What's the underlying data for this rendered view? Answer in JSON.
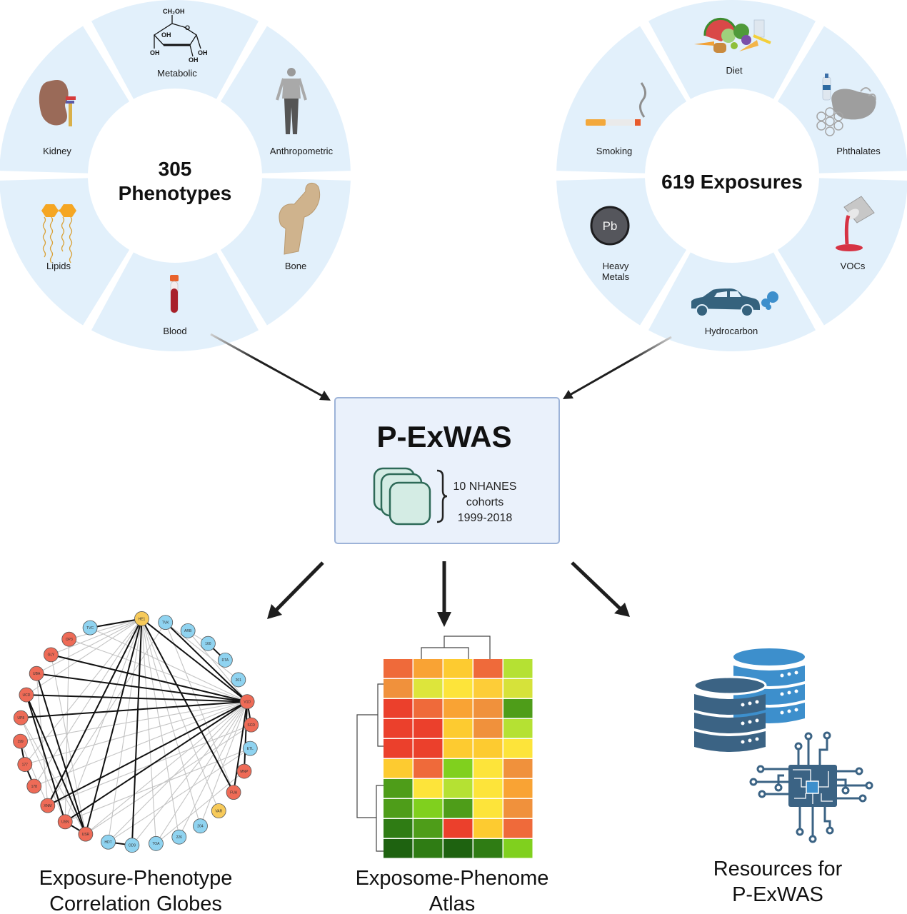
{
  "phenotypes": {
    "title_line1": "305",
    "title_line2": "Phenotypes",
    "segments": [
      {
        "label": "Metabolic",
        "icon": "glucose-molecule-icon"
      },
      {
        "label": "Anthropometric",
        "icon": "person-icon"
      },
      {
        "label": "Bone",
        "icon": "femur-bone-icon"
      },
      {
        "label": "Blood",
        "icon": "blood-tube-icon"
      },
      {
        "label": "Lipids",
        "icon": "lipid-molecule-icon"
      },
      {
        "label": "Kidney",
        "icon": "kidney-icon"
      }
    ],
    "chem_labels": [
      "CH₂OH",
      "O",
      "OH",
      "OH",
      "OH",
      "OH"
    ]
  },
  "exposures": {
    "title": "619 Exposures",
    "segments": [
      {
        "label": "Diet",
        "icon": "food-icon"
      },
      {
        "label": "Phthalates",
        "icon": "plastic-bag-bottle-icon"
      },
      {
        "label": "VOCs",
        "icon": "paint-can-icon"
      },
      {
        "label": "Hydrocarbon",
        "icon": "car-exhaust-icon"
      },
      {
        "label": "Heavy Metals",
        "label_line1": "Heavy",
        "label_line2": "Metals",
        "icon": "lead-element-icon"
      },
      {
        "label": "Smoking",
        "icon": "cigarette-icon"
      }
    ],
    "lead_symbol": "Pb"
  },
  "method": {
    "title": "P-ExWAS",
    "cohort_line1": "10 NHANES",
    "cohort_line2": "cohorts",
    "cohort_line3": "1999-2018",
    "icon": "stacked-cards-icon"
  },
  "outputs": [
    {
      "label_line1": "Exposure-Phenotype",
      "label_line2": "Correlation Globes",
      "icon": "network-globe-icon"
    },
    {
      "label_line1": "Exposome-Phenome",
      "label_line2": "Atlas",
      "icon": "heatmap-icon"
    },
    {
      "label_line1": "Resources for",
      "label_line2": "P-ExWAS",
      "icon": "database-chip-icon"
    }
  ],
  "globe": {
    "nodes": [
      {
        "label": "HE1",
        "type": "yellow"
      },
      {
        "label": "TVK",
        "type": "blue"
      },
      {
        "label": "ARB",
        "type": "blue"
      },
      {
        "label": "160",
        "type": "blue"
      },
      {
        "label": "DTA",
        "type": "blue"
      },
      {
        "label": "201",
        "type": "blue"
      },
      {
        "label": "V1D",
        "type": "red"
      },
      {
        "label": "SCD",
        "type": "red"
      },
      {
        "label": "ETL",
        "type": "blue"
      },
      {
        "label": "MNP",
        "type": "red"
      },
      {
        "label": "FUA",
        "type": "red"
      },
      {
        "label": "VAR",
        "type": "yellow"
      },
      {
        "label": "204",
        "type": "blue"
      },
      {
        "label": "226",
        "type": "blue"
      },
      {
        "label": "TOA",
        "type": "blue"
      },
      {
        "label": "OD9",
        "type": "blue"
      },
      {
        "label": "HDT",
        "type": "blue"
      },
      {
        "label": "USR",
        "type": "red"
      },
      {
        "label": "USN",
        "type": "red"
      },
      {
        "label": "XNM",
        "type": "red"
      },
      {
        "label": "178",
        "type": "red"
      },
      {
        "label": "177",
        "type": "red"
      },
      {
        "label": "199",
        "type": "red"
      },
      {
        "label": "UP8",
        "type": "red"
      },
      {
        "label": "UCD",
        "type": "red"
      },
      {
        "label": "UBA",
        "type": "red"
      },
      {
        "label": "GLY",
        "type": "red"
      },
      {
        "label": "OP3",
        "type": "red"
      },
      {
        "label": "TVC",
        "type": "blue"
      }
    ],
    "node_colors": {
      "red": "#ee6b57",
      "blue": "#8fd3f0",
      "yellow": "#f7ca5a"
    },
    "strong_edges": [
      [
        "HE1",
        "V1D"
      ],
      [
        "HE1",
        "USR"
      ],
      [
        "HE1",
        "FUA"
      ],
      [
        "HE1",
        "XNM"
      ],
      [
        "HE1",
        "OD9"
      ],
      [
        "UBA",
        "V1D"
      ],
      [
        "UCD",
        "V1D"
      ],
      [
        "UP8",
        "V1D"
      ],
      [
        "GLY",
        "V1D"
      ],
      [
        "XNM",
        "V1D"
      ],
      [
        "USN",
        "V1D"
      ],
      [
        "UBA",
        "USR"
      ],
      [
        "UCD",
        "USR"
      ],
      [
        "UCD",
        "USN"
      ],
      [
        "TVK",
        "V1D"
      ],
      [
        "V1D",
        "FUA"
      ],
      [
        "V1D",
        "MNP"
      ],
      [
        "V1D",
        "SCD"
      ],
      [
        "HDT",
        "OD9"
      ],
      [
        "177",
        "199"
      ],
      [
        "177",
        "178"
      ],
      [
        "160",
        "DTA"
      ],
      [
        "USN",
        "USR"
      ],
      [
        "HE1",
        "TVC"
      ]
    ],
    "weak_edges": [
      [
        "TVC",
        "V1D"
      ],
      [
        "OP3",
        "V1D"
      ],
      [
        "HE1",
        "226"
      ],
      [
        "HE1",
        "204"
      ],
      [
        "HE1",
        "VAR"
      ],
      [
        "HE1",
        "TOA"
      ],
      [
        "HE1",
        "HDT"
      ],
      [
        "HE1",
        "USN"
      ],
      [
        "HE1",
        "UBA"
      ],
      [
        "HE1",
        "GLY"
      ],
      [
        "HE1",
        "UCD"
      ],
      [
        "HE1",
        "178"
      ],
      [
        "HE1",
        "177"
      ],
      [
        "V1D",
        "226"
      ],
      [
        "V1D",
        "204"
      ],
      [
        "V1D",
        "TOA"
      ],
      [
        "V1D",
        "OD9"
      ],
      [
        "V1D",
        "HDT"
      ],
      [
        "V1D",
        "USR"
      ],
      [
        "V1D",
        "178"
      ],
      [
        "V1D",
        "177"
      ],
      [
        "V1D",
        "199"
      ],
      [
        "SCD",
        "XNM"
      ],
      [
        "SCD",
        "USR"
      ],
      [
        "ETL",
        "USN"
      ],
      [
        "ETL",
        "HDT"
      ],
      [
        "MNP",
        "TOA"
      ],
      [
        "TVK",
        "FUA"
      ],
      [
        "ARB",
        "V1D"
      ],
      [
        "TVK",
        "XNM"
      ],
      [
        "OP3",
        "USN"
      ],
      [
        "UP8",
        "USR"
      ],
      [
        "199",
        "XNM"
      ],
      [
        "UBA",
        "XNM"
      ],
      [
        "UP8",
        "USN"
      ],
      [
        "TVK",
        "201"
      ],
      [
        "ARB",
        "160"
      ],
      [
        "GLY",
        "USR"
      ],
      [
        "OP3",
        "HE1"
      ]
    ]
  },
  "heatmap": {
    "rows": 10,
    "cols": 5,
    "colors": [
      [
        "#ef6a3a",
        "#f9a334",
        "#fdcb30",
        "#ef6a3a",
        "#b5e133"
      ],
      [
        "#f0913c",
        "#dde53b",
        "#fde43a",
        "#fdcd38",
        "#d6e23a"
      ],
      [
        "#eb402c",
        "#ef6a3a",
        "#f9a334",
        "#f0913c",
        "#4e9d19"
      ],
      [
        "#eb402c",
        "#eb402c",
        "#fdcb30",
        "#f0913c",
        "#b5e133"
      ],
      [
        "#eb402c",
        "#eb402c",
        "#fdcb30",
        "#fdcb30",
        "#fde43a"
      ],
      [
        "#fdcb30",
        "#ef6a3a",
        "#80d01e",
        "#fde43a",
        "#f0913c"
      ],
      [
        "#4e9d19",
        "#fde43a",
        "#b5e133",
        "#fde43a",
        "#f9a334"
      ],
      [
        "#4e9d19",
        "#80d01e",
        "#4e9d19",
        "#fde43a",
        "#f0913c"
      ],
      [
        "#2f7c14",
        "#4e9d19",
        "#eb402c",
        "#fdcb30",
        "#ef6a3a"
      ],
      [
        "#1e6210",
        "#2f7c14",
        "#1e6210",
        "#2f7c14",
        "#80d01e"
      ]
    ]
  },
  "colors": {
    "ring_fill": "#e2f0fb",
    "box_fill": "#eaf1fb",
    "box_stroke": "#9db3d8",
    "card_fill": "#d4ece4",
    "card_stroke": "#2e6a58",
    "db_dark": "#3b6384",
    "db_light": "#3d8fcc",
    "arrow": "#1e1e1e"
  }
}
